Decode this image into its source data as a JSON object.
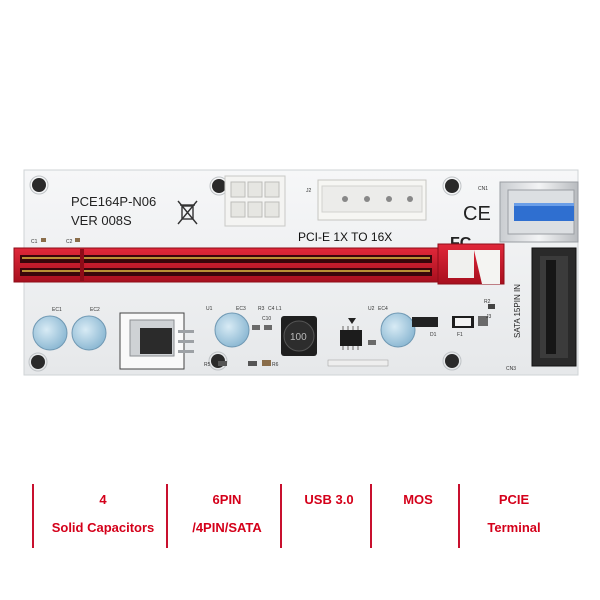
{
  "board": {
    "model": "PCE164P-N06",
    "version": "VER 008S",
    "slot_label": "PCI-E 1X TO 16X",
    "sata_label": "SATA 15PIN IN",
    "ce_mark": "CE",
    "fc_mark": "FC",
    "inductor_marking": "100",
    "component_labels": {
      "c1": "C1",
      "c2": "C2",
      "ec1": "EC1",
      "ec2": "EC2",
      "ec3": "EC3",
      "ec4": "EC4",
      "u1": "U1",
      "u2": "U2",
      "r3": "R3",
      "c4": "C4",
      "l1": "L1",
      "c10": "C10",
      "r5": "R5",
      "r6": "R6",
      "d1": "D1",
      "f1": "F1",
      "r2": "R2",
      "j3": "J3",
      "j2": "J2",
      "cn1": "CN1",
      "cn3": "CN3"
    },
    "colors": {
      "pcb": "#f1f3f5",
      "slot_red": "#d0182c",
      "cap_blue": "#9fc7df"
    }
  },
  "features": [
    {
      "line1": "4",
      "line2": "Solid Capacitors"
    },
    {
      "line1": "6PIN",
      "line2": "/4PIN/SATA"
    },
    {
      "line1": "USB 3.0",
      "line2": ""
    },
    {
      "line1": "MOS",
      "line2": ""
    },
    {
      "line1": "PCIE",
      "line2": "Terminal"
    }
  ]
}
